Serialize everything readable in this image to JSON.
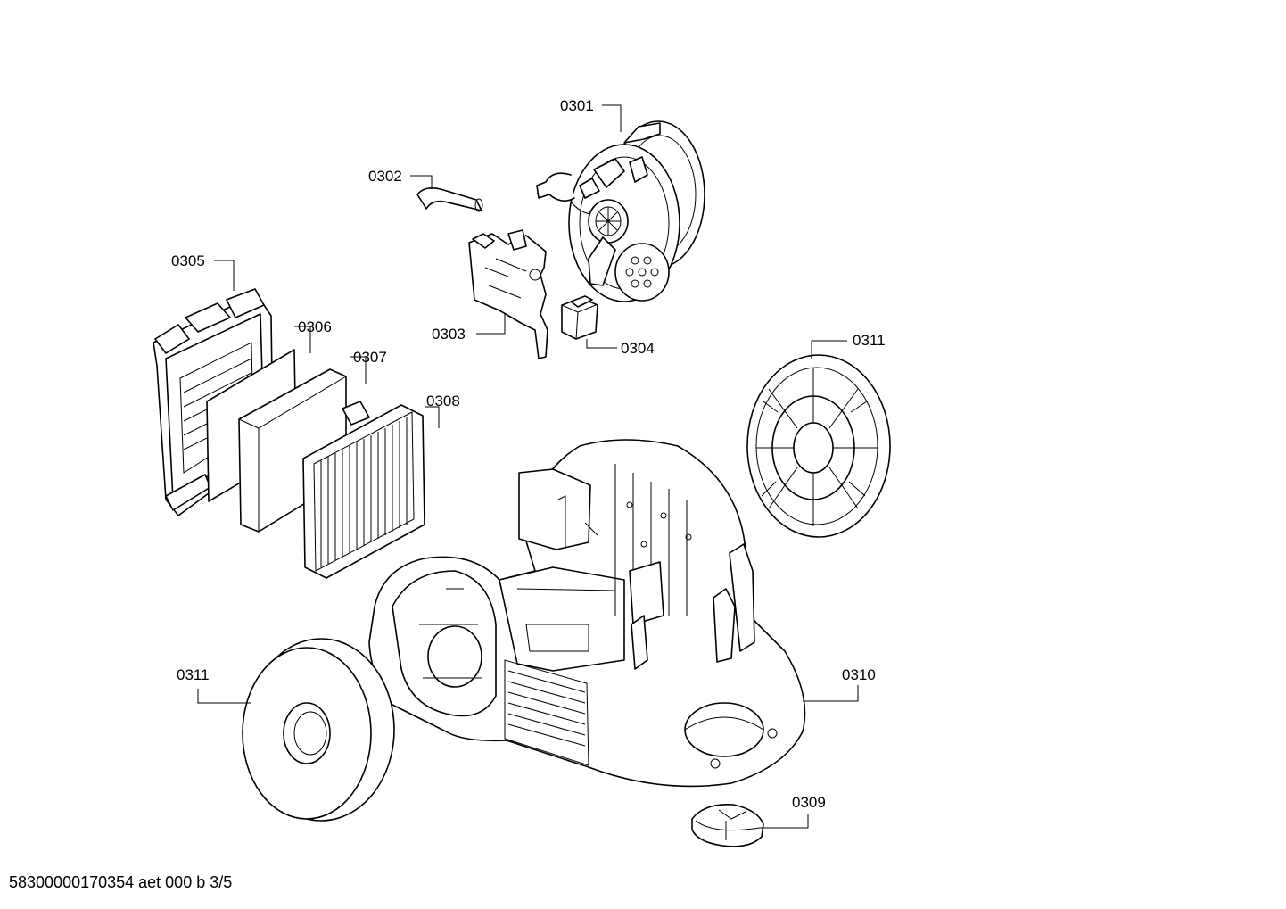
{
  "labels": {
    "p0301": "0301",
    "p0302": "0302",
    "p0303": "0303",
    "p0304": "0304",
    "p0305": "0305",
    "p0306": "0306",
    "p0307": "0307",
    "p0308": "0308",
    "p0309": "0309",
    "p0310": "0310",
    "p0311_right": "0311",
    "p0311_left": "0311"
  },
  "footer": {
    "doc_id": "58300000170354 aet 000 b 3/5"
  }
}
